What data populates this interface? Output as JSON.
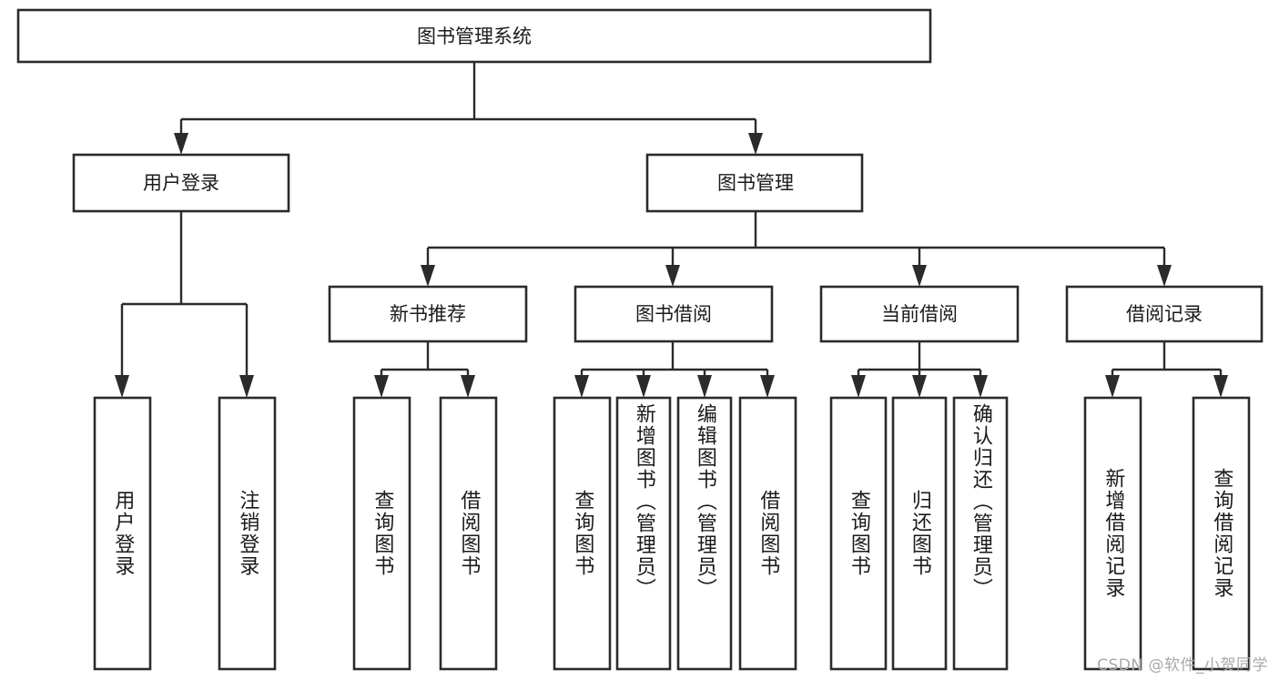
{
  "diagram": {
    "title": "图书管理系统",
    "watermark": "CSDN @软件_小贺同学",
    "root": {
      "label": "图书管理系统"
    },
    "level2": [
      {
        "label": "用户登录"
      },
      {
        "label": "图书管理"
      }
    ],
    "level3": [
      {
        "label": "新书推荐"
      },
      {
        "label": "图书借阅"
      },
      {
        "label": "当前借阅"
      },
      {
        "label": "借阅记录"
      }
    ],
    "leaves": {
      "user_login": [
        {
          "label": "用户登录"
        },
        {
          "label": "注销登录"
        }
      ],
      "new_book_recommend": [
        {
          "label": "查询图书"
        },
        {
          "label": "借阅图书"
        }
      ],
      "book_borrow": [
        {
          "label": "查询图书"
        },
        {
          "label": "新增图书（管理员）"
        },
        {
          "label": "编辑图书（管理员）"
        },
        {
          "label": "借阅图书"
        }
      ],
      "current_borrow": [
        {
          "label": "查询图书"
        },
        {
          "label": "归还图书"
        },
        {
          "label": "确认归还（管理员）"
        }
      ],
      "borrow_record": [
        {
          "label": "新增借阅记录"
        },
        {
          "label": "查询借阅记录"
        }
      ]
    },
    "colors": {
      "stroke": "#2b2b2b",
      "fill": "#ffffff",
      "text": "#1a1a1a",
      "watermark": "#a9a9a9"
    }
  }
}
